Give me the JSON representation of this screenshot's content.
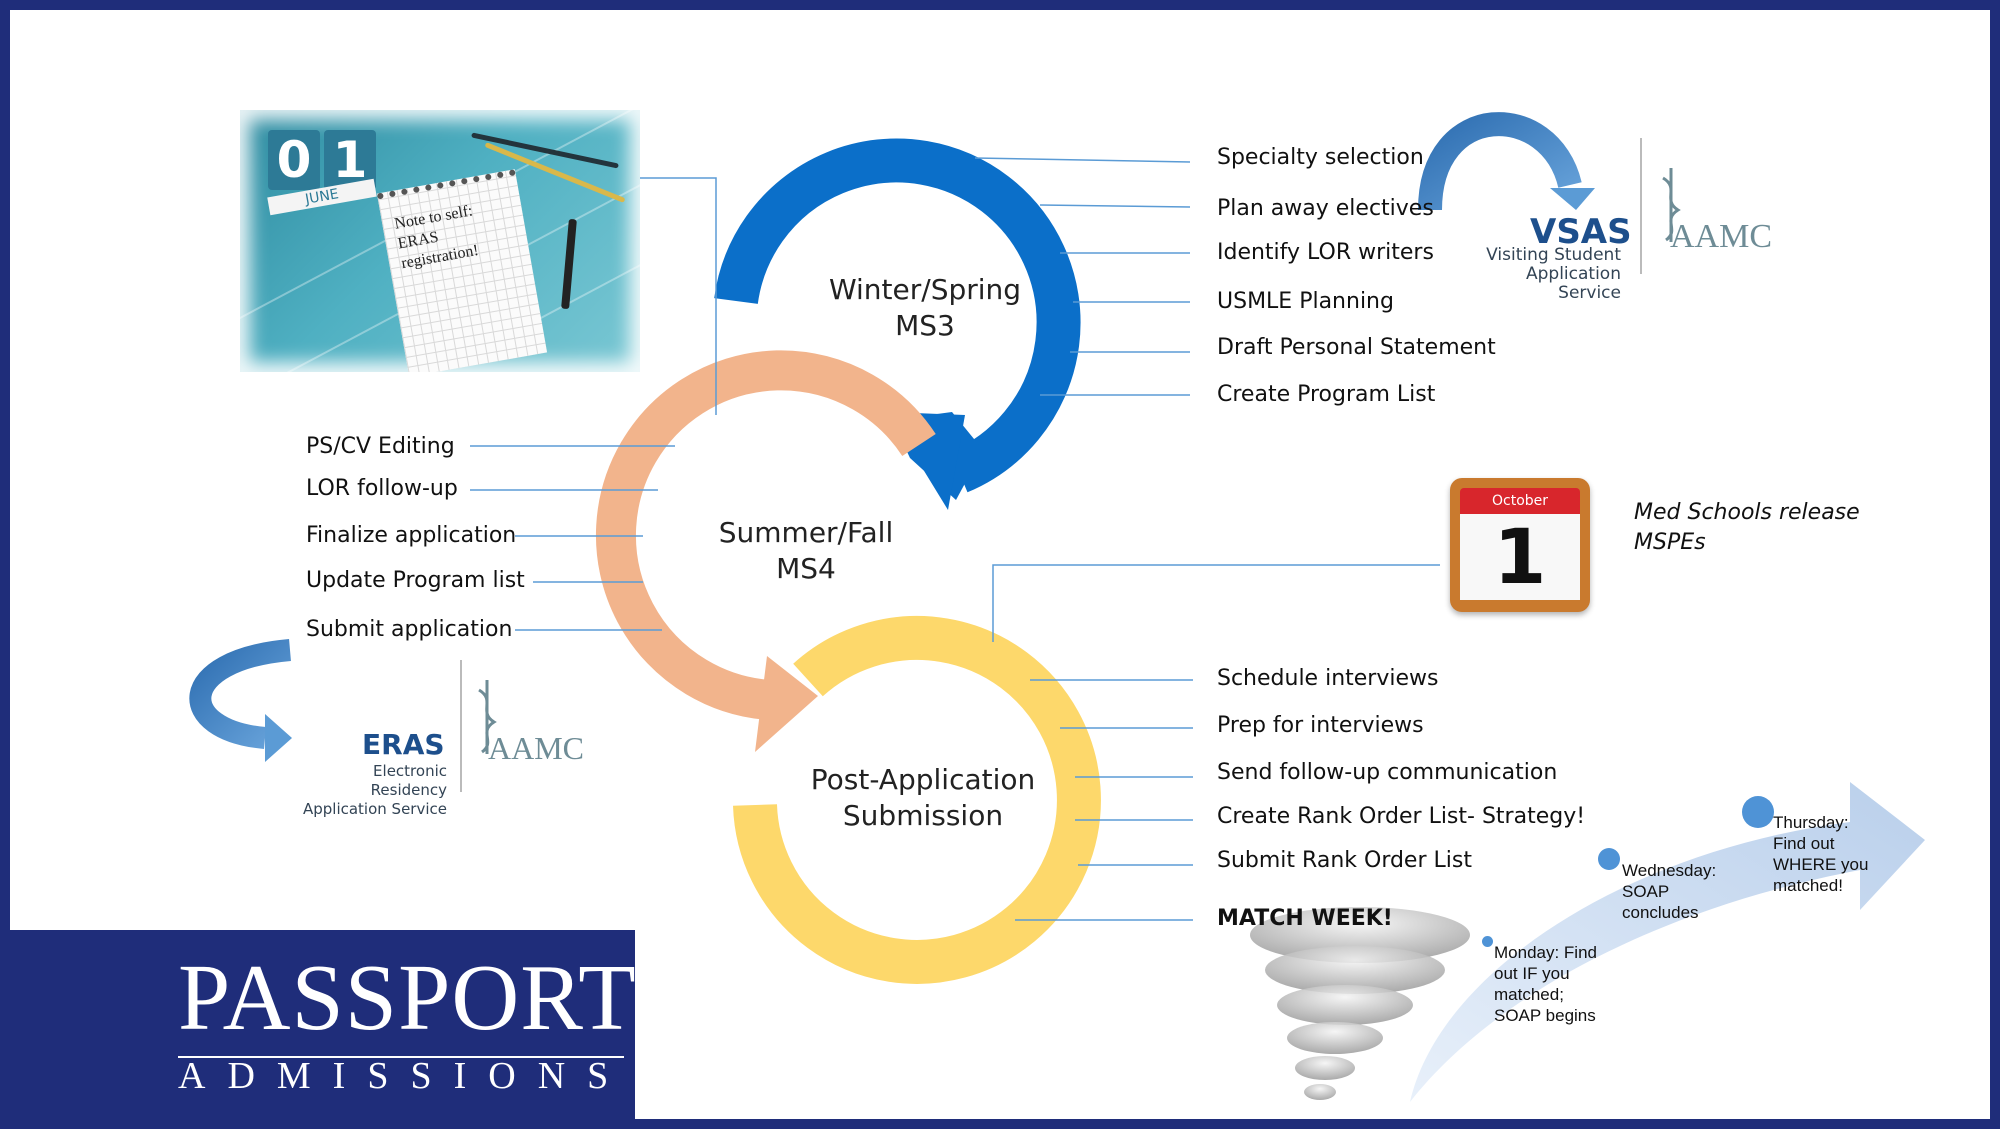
{
  "stages": {
    "winter_spring": "Winter/Spring\nMS3",
    "summer_fall": "Summer/Fall\nMS4",
    "post_application": "Post-Application\nSubmission"
  },
  "winter_spring_tasks": [
    "Specialty selection",
    "Plan away electives",
    "Identify LOR writers",
    "USMLE Planning",
    "Draft Personal Statement",
    "Create Program List"
  ],
  "summer_fall_tasks": [
    "PS/CV Editing",
    "LOR follow-up",
    "Finalize application",
    "Update Program list",
    "Submit application"
  ],
  "post_application_tasks": [
    "Schedule interviews",
    "Prep for interviews",
    "Send follow-up communication",
    "Create Rank Order List- Strategy!",
    "Submit  Rank Order List",
    "MATCH WEEK!"
  ],
  "photo_card": {
    "calendar_day": "01",
    "calendar_month": "JUNE",
    "note": "Note to self:\nERAS\nregistration!"
  },
  "vsas_logo": {
    "acronym": "VSAS",
    "name": "Visiting Student\nApplication Service",
    "org": "AAMC"
  },
  "eras_logo": {
    "acronym": "ERAS",
    "name": "Electronic Residency\nApplication Service",
    "org": "AAMC"
  },
  "october_calendar": {
    "month": "October",
    "day": "1"
  },
  "mspe_note": "Med Schools release\nMSPEs",
  "match_week_timeline": [
    {
      "label": "Monday: Find\nout IF you\nmatched;\nSOAP begins",
      "icon": "small-dot"
    },
    {
      "label": "Wednesday:\nSOAP\nconcludes",
      "icon": "medium-dot"
    },
    {
      "label": "Thursday:\nFind out\nWHERE you\nmatched!",
      "icon": "large-dot"
    }
  ],
  "brand": {
    "name": "PASSPORT",
    "tagline": "ADMISSIONS"
  },
  "colors": {
    "border": "#1f2d7a",
    "winter_spring": "#0b6fc9",
    "summer_fall": "#f2b48c",
    "post_application": "#fdd86b",
    "connector": "#5b9bd5",
    "timeline_arrow": "#c9daf0",
    "timeline_dot": "#4f93d6"
  }
}
